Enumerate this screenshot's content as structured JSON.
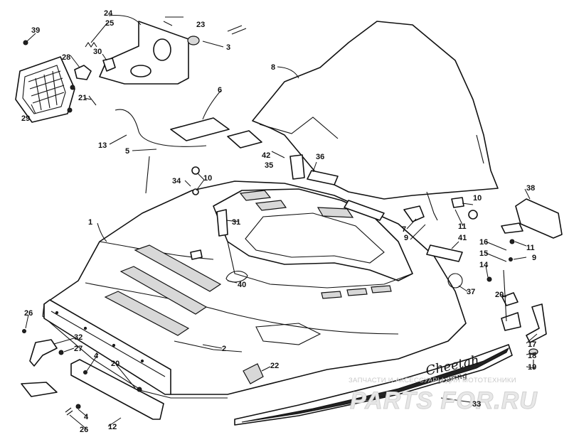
{
  "callouts": {
    "c1": "1",
    "c2": "2",
    "c3": "3",
    "c4a": "4",
    "c4b": "4",
    "c5": "5",
    "c6": "6",
    "c7": "7",
    "c8": "8",
    "c9a": "9",
    "c9b": "9",
    "c10a": "10",
    "c10b": "10",
    "c11a": "11",
    "c11b": "11",
    "c12": "12",
    "c13": "13",
    "c14": "14",
    "c15": "15",
    "c16": "16",
    "c17": "17",
    "c18": "18",
    "c19": "19",
    "c20a": "20",
    "c20b": "20",
    "c21": "21",
    "c22": "22",
    "c23": "23",
    "c24": "24",
    "c25": "25",
    "c26a": "26",
    "c26b": "26",
    "c27": "27",
    "c28": "28",
    "c29": "29",
    "c30": "30",
    "c31": "31",
    "c32": "32",
    "c33": "33",
    "c34": "34",
    "c35": "35",
    "c36": "36",
    "c37": "37",
    "c38": "38",
    "c39": "39",
    "c40": "40",
    "c41": "41",
    "c42": "42"
  },
  "decal": {
    "brand": "Cheetah",
    "model": "Touring"
  },
  "watermark": {
    "tagline": "ЗАПЧАСТИ И АКСЕССУАРЫ ДЛЯ МОТОТЕХНИКИ",
    "logo": "PARTS FOR.RU"
  }
}
